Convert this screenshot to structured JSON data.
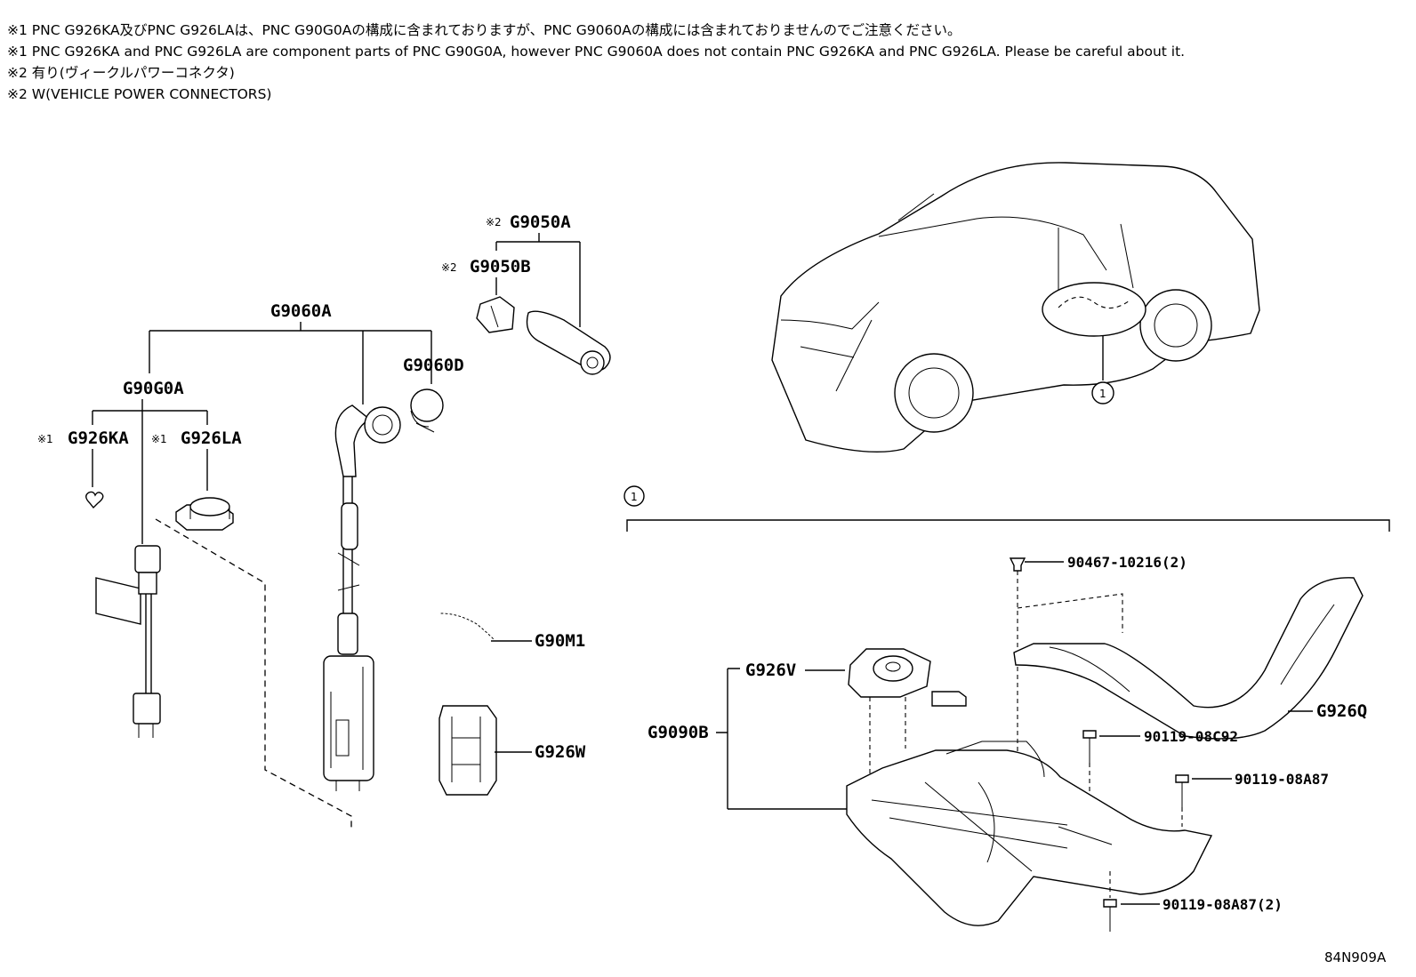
{
  "notes": [
    "※1 PNC G926KA及びPNC G926LAは、PNC G90G0Aの構成に含まれておりますが、PNC G9060Aの構成には含まれておりませんのでご注意ください。",
    "※1 PNC G926KA and PNC G926LA are component parts of PNC G90G0A, however PNC G9060A does not contain PNC G926KA and PNC G926LA. Please be careful about it.",
    "※2 有り(ヴィークルパワーコネクタ)",
    "※2 W(VEHICLE POWER CONNECTORS)"
  ],
  "marks": {
    "note1": "※1",
    "note2": "※2"
  },
  "labels": {
    "g9050a": "G9050A",
    "g9050b": "G9050B",
    "g9060a": "G9060A",
    "g9060d": "G9060D",
    "g90g0a": "G90G0A",
    "g926ka": "G926KA",
    "g926la": "G926LA",
    "g90m1": "G90M1",
    "g926w": "G926W",
    "g926v": "G926V",
    "g9090b": "G9090B",
    "g926q": "G926Q"
  },
  "part_numbers": {
    "clip": "90467-10216(2)",
    "bolt1": "90119-08C92",
    "bolt2": "90119-08A87",
    "bolt3": "90119-08A87(2)"
  },
  "callout": "1",
  "diagram_code": "84N909A"
}
